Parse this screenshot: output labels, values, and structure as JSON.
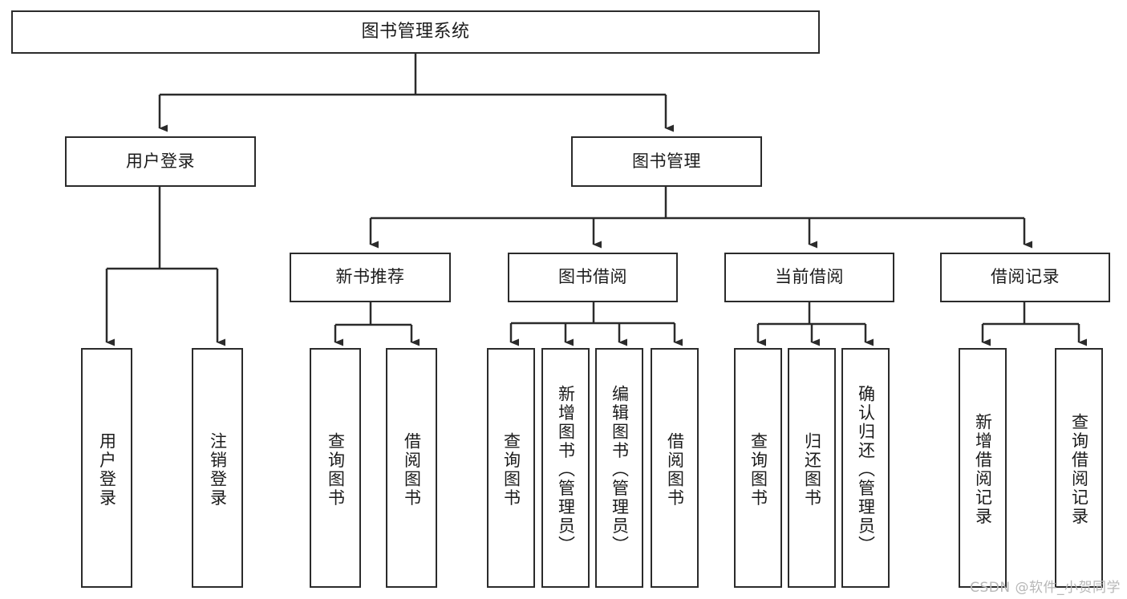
{
  "diagram": {
    "title": "图书管理系统",
    "type": "tree",
    "edge_color": "#2b2b2b",
    "box_border_color": "#2b2b2b",
    "box_fill_color": "#ffffff",
    "text_color": "#1b1b1b"
  },
  "nodes": {
    "root": {
      "label": "图书管理系统"
    },
    "level2": [
      {
        "id": "user-login",
        "label": "用户登录"
      },
      {
        "id": "book-manage",
        "label": "图书管理"
      }
    ],
    "level3": [
      {
        "id": "new-book-recommend",
        "label": "新书推荐"
      },
      {
        "id": "book-borrow",
        "label": "图书借阅"
      },
      {
        "id": "current-borrow",
        "label": "当前借阅"
      },
      {
        "id": "borrow-record",
        "label": "借阅记录"
      }
    ],
    "leaves": {
      "user-login": [
        {
          "id": "leaf-user-login",
          "label": "用户登录"
        },
        {
          "id": "leaf-logout",
          "label": "注销登录"
        }
      ],
      "new-book-recommend": [
        {
          "id": "leaf-query-book-1",
          "label": "查询图书"
        },
        {
          "id": "leaf-borrow-book-1",
          "label": "借阅图书"
        }
      ],
      "book-borrow": [
        {
          "id": "leaf-query-book-2",
          "label": "查询图书"
        },
        {
          "id": "leaf-add-book",
          "label": "新增图书（管理员）"
        },
        {
          "id": "leaf-edit-book",
          "label": "编辑图书（管理员）"
        },
        {
          "id": "leaf-borrow-book-2",
          "label": "借阅图书"
        }
      ],
      "current-borrow": [
        {
          "id": "leaf-query-book-3",
          "label": "查询图书"
        },
        {
          "id": "leaf-return-book",
          "label": "归还图书"
        },
        {
          "id": "leaf-confirm-return",
          "label": "确认归还（管理员）"
        }
      ],
      "borrow-record": [
        {
          "id": "leaf-add-record",
          "label": "新增借阅记录"
        },
        {
          "id": "leaf-query-record",
          "label": "查询借阅记录"
        }
      ]
    }
  },
  "watermark": {
    "text": "CSDN @软件_小贺同学"
  }
}
